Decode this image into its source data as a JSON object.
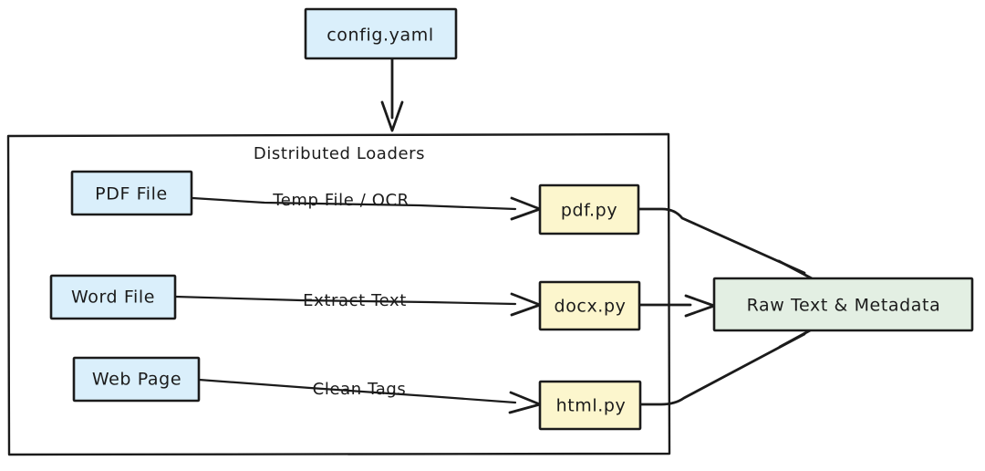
{
  "diagram": {
    "title_text": "Distributed Loaders",
    "background": "#ffffff",
    "stroke_color": "#1b1b1b",
    "colors": {
      "input_fill": "#daeffb",
      "parser_fill": "#fcf6cd",
      "output_fill": "#e3efe3"
    },
    "config_node": {
      "label": "config.yaml",
      "fill": "#daeffb"
    },
    "group": {
      "label": "Distributed Loaders"
    },
    "input_nodes": [
      {
        "label": "PDF File",
        "fill": "#daeffb"
      },
      {
        "label": "Word File",
        "fill": "#daeffb"
      },
      {
        "label": "Web Page",
        "fill": "#daeffb"
      }
    ],
    "parser_nodes": [
      {
        "label": "pdf.py",
        "fill": "#fcf6cd"
      },
      {
        "label": "docx.py",
        "fill": "#fcf6cd"
      },
      {
        "label": "html.py",
        "fill": "#fcf6cd"
      }
    ],
    "output_node": {
      "label": "Raw Text & Metadata",
      "fill": "#e3efe3"
    },
    "edge_labels": [
      {
        "label": "Temp File / OCR"
      },
      {
        "label": "Extract Text"
      },
      {
        "label": "Clean Tags"
      }
    ]
  }
}
